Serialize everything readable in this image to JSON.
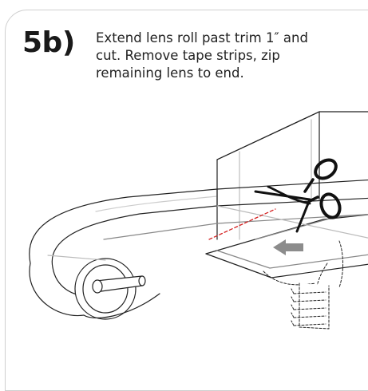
{
  "step": {
    "number": "5b)",
    "instruction_lines": [
      "Extend lens roll past trim 1″ and",
      "cut. Remove tape strips, zip",
      "remaining lens to end."
    ]
  },
  "illustration": {
    "objects": [
      "lens-roll",
      "scissors",
      "frame-trim",
      "cut-line",
      "direction-arrow",
      "zip-tab"
    ],
    "colors": {
      "line": "#222222",
      "cut_line": "#d42020",
      "arrow": "#8c8c8c",
      "frame_fill": "#ffffff"
    }
  }
}
